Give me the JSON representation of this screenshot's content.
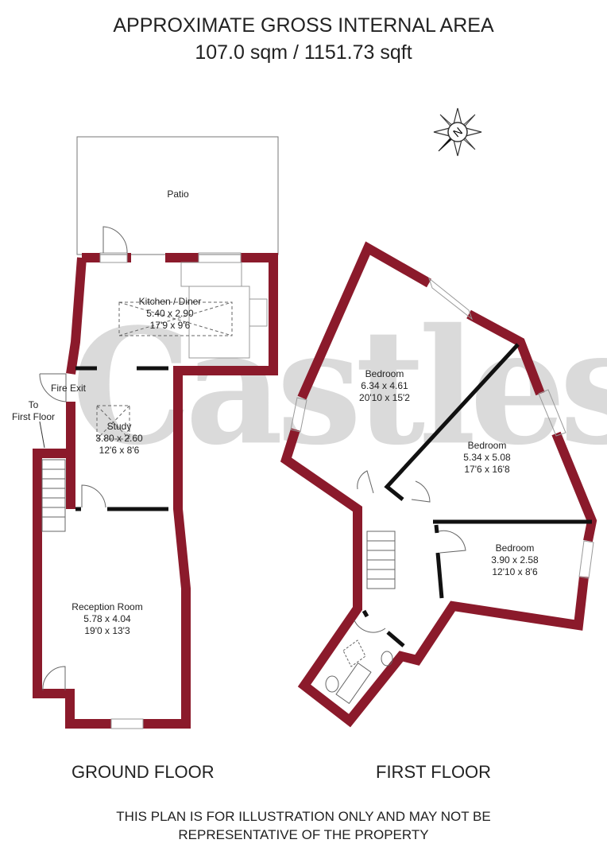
{
  "header": {
    "title": "APPROXIMATE GROSS INTERNAL AREA",
    "area": "107.0 sqm / 1151.73 sqft"
  },
  "compass": {
    "label": "N"
  },
  "watermark": "Castles",
  "colors": {
    "wall": "#8b1a2b",
    "interior_wall": "#111111"
  },
  "ground_floor": {
    "label": "GROUND FLOOR",
    "rooms": [
      {
        "name": "Patio"
      },
      {
        "name": "Kitchen / Diner",
        "metric": "5.40 x 2.90",
        "imperial": "17'9 x 9'6"
      },
      {
        "name": "Study",
        "metric": "3.80 x 2.60",
        "imperial": "12'6 x 8'6"
      },
      {
        "name": "Reception Room",
        "metric": "5.78 x 4.04",
        "imperial": "19'0 x 13'3"
      }
    ],
    "fire_exit": "Fire Exit",
    "stairs_note_1": "To",
    "stairs_note_2": "First Floor"
  },
  "first_floor": {
    "label": "FIRST FLOOR",
    "rooms": [
      {
        "name": "Bedroom",
        "metric": "6.34 x 4.61",
        "imperial": "20'10 x 15'2"
      },
      {
        "name": "Bedroom",
        "metric": "5.34 x 5.08",
        "imperial": "17'6 x 16'8"
      },
      {
        "name": "Bedroom",
        "metric": "3.90 x 2.58",
        "imperial": "12'10 x 8'6"
      }
    ]
  },
  "footer": {
    "line1": "THIS PLAN IS FOR ILLUSTRATION ONLY AND MAY NOT BE",
    "line2": "REPRESENTATIVE OF THE PROPERTY"
  }
}
